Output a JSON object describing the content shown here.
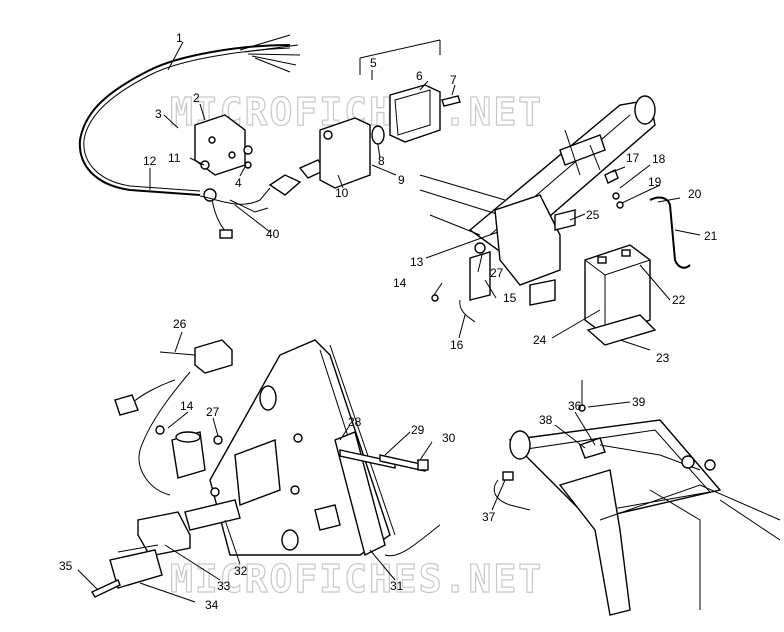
{
  "watermark": {
    "top": "MICROFICHES.NET",
    "bottom": "MICROFICHES.NET"
  },
  "callouts": [
    {
      "id": "1",
      "text": "1"
    },
    {
      "id": "2",
      "text": "2"
    },
    {
      "id": "3",
      "text": "3"
    },
    {
      "id": "4",
      "text": "4"
    },
    {
      "id": "5",
      "text": "5"
    },
    {
      "id": "6",
      "text": "6"
    },
    {
      "id": "7",
      "text": "7"
    },
    {
      "id": "8",
      "text": "8"
    },
    {
      "id": "9",
      "text": "9"
    },
    {
      "id": "10",
      "text": "10"
    },
    {
      "id": "11",
      "text": "11"
    },
    {
      "id": "12",
      "text": "12"
    },
    {
      "id": "13",
      "text": "13"
    },
    {
      "id": "14a",
      "text": "14"
    },
    {
      "id": "15",
      "text": "15"
    },
    {
      "id": "16",
      "text": "16"
    },
    {
      "id": "17",
      "text": "17"
    },
    {
      "id": "18",
      "text": "18"
    },
    {
      "id": "19",
      "text": "19"
    },
    {
      "id": "20",
      "text": "20"
    },
    {
      "id": "21",
      "text": "21"
    },
    {
      "id": "22",
      "text": "22"
    },
    {
      "id": "23",
      "text": "23"
    },
    {
      "id": "24",
      "text": "24"
    },
    {
      "id": "25",
      "text": "25"
    },
    {
      "id": "26",
      "text": "26"
    },
    {
      "id": "27a",
      "text": "27"
    },
    {
      "id": "27b",
      "text": "27"
    },
    {
      "id": "14b",
      "text": "14"
    },
    {
      "id": "28",
      "text": "28"
    },
    {
      "id": "29",
      "text": "29"
    },
    {
      "id": "30",
      "text": "30"
    },
    {
      "id": "31",
      "text": "31"
    },
    {
      "id": "32",
      "text": "32"
    },
    {
      "id": "33",
      "text": "33"
    },
    {
      "id": "34",
      "text": "34"
    },
    {
      "id": "35",
      "text": "35"
    },
    {
      "id": "36",
      "text": "36"
    },
    {
      "id": "37",
      "text": "37"
    },
    {
      "id": "38",
      "text": "38"
    },
    {
      "id": "39",
      "text": "39"
    },
    {
      "id": "40",
      "text": "40"
    }
  ]
}
